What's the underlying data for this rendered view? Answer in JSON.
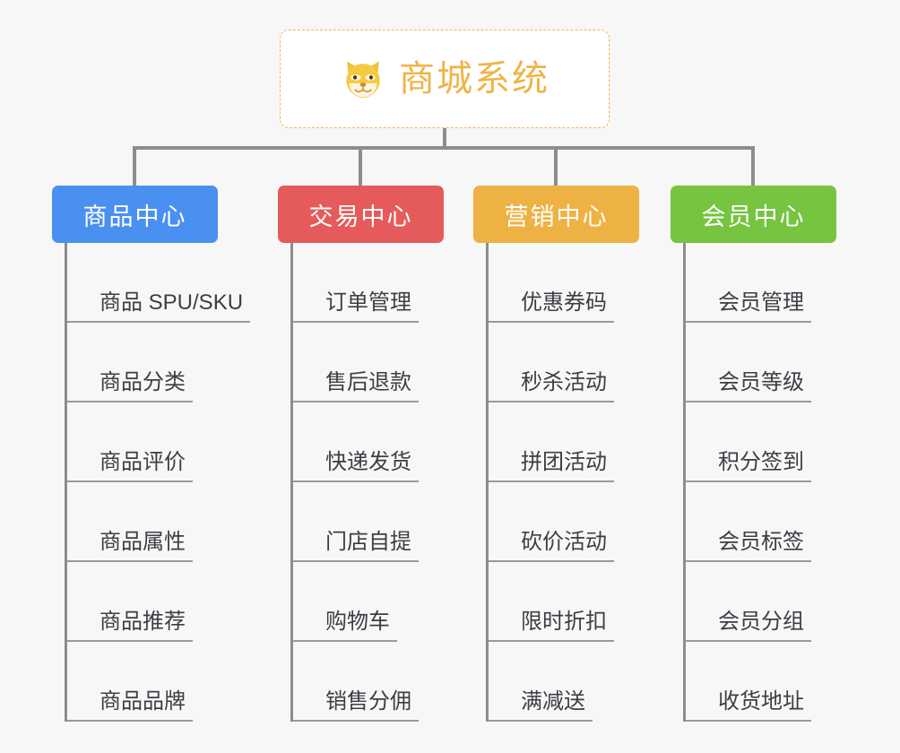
{
  "diagram": {
    "type": "org-tree",
    "title": "商城系统",
    "background_color": "#f7f7f7",
    "root": {
      "label": "商城系统",
      "icon": "shiba-dog-face-icon",
      "text_color": "#efb447",
      "border_color": "#f0b84a",
      "background_color": "#ffffff"
    },
    "branches": [
      {
        "label": "商品中心",
        "color": "#4a90f0",
        "items": [
          "商品 SPU/SKU",
          "商品分类",
          "商品评价",
          "商品属性",
          "商品推荐",
          "商品品牌"
        ]
      },
      {
        "label": "交易中心",
        "color": "#e55b5b",
        "items": [
          "订单管理",
          "售后退款",
          "快递发货",
          "门店自提",
          "购物车",
          "销售分佣"
        ]
      },
      {
        "label": "营销中心",
        "color": "#eeb244",
        "items": [
          "优惠券码",
          "秒杀活动",
          "拼团活动",
          "砍价活动",
          "限时折扣",
          "满减送"
        ]
      },
      {
        "label": "会员中心",
        "color": "#76c440",
        "items": [
          "会员管理",
          "会员等级",
          "积分签到",
          "会员标签",
          "会员分组",
          "收货地址"
        ]
      }
    ],
    "connector_color": "#8d8d8d",
    "leaf_text_color": "#3b3f44",
    "leaf_rule_color": "#9a9a9a"
  }
}
